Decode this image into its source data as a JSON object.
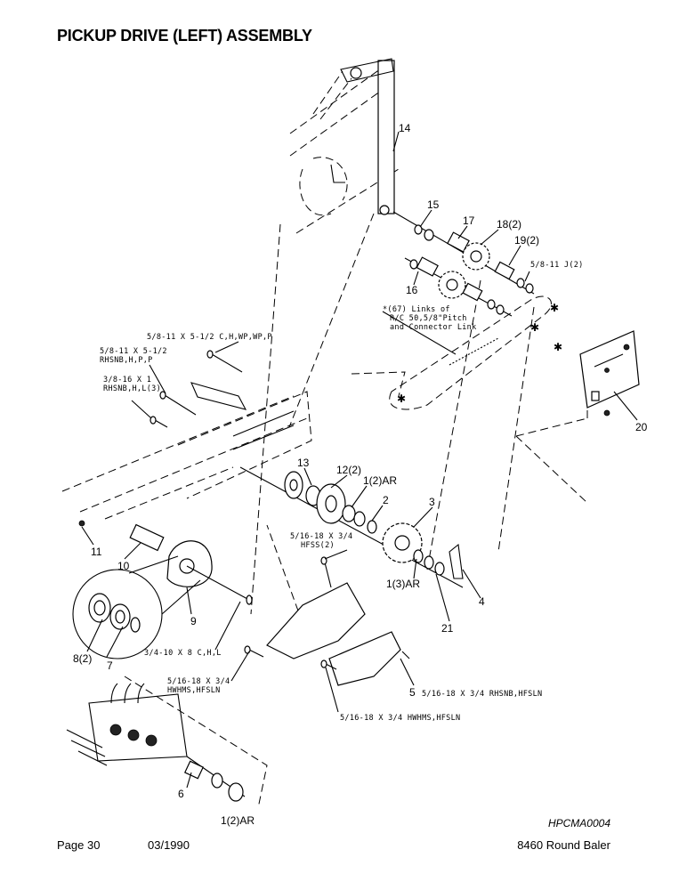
{
  "title": "PICKUP DRIVE (LEFT) ASSEMBLY",
  "drawing_code": "HPCMA0004",
  "footer": {
    "page": "Page 30",
    "date": "03/1990",
    "model": "8460 Round Baler"
  },
  "callouts": {
    "c14": "14",
    "c15": "15",
    "c16": "16",
    "c17": "17",
    "c18": "18(2)",
    "c19": "19(2)",
    "c20": "20",
    "c13": "13",
    "c12": "12(2)",
    "c1a": "1(2)AR",
    "c2": "2",
    "c3": "3",
    "c1b": "1(3)AR",
    "c4": "4",
    "c21": "21",
    "c11": "11",
    "c10": "10",
    "c9": "9",
    "c8": "8(2)",
    "c7": "7",
    "c5": "5",
    "c6": "6",
    "c1c": "1(2)AR"
  },
  "labels": {
    "j58": "5/8-11 J(2)",
    "chain1": "*(67) Links of",
    "chain2": "R/C 50,5/8\"Pitch",
    "chain3": "and Connector Link",
    "bolt1": "5/8-11 X 5-1/2 C,H,WP,WP,P",
    "bolt2a": "5/8-11 X 5-1/2",
    "bolt2b": "RHSNB,H,P,P",
    "bolt3a": "3/8-16 X 1",
    "bolt3b": "RHSNB,H,L(3)",
    "hfss1": "5/16-18 X 3/4",
    "hfss2": "HFSS(2)",
    "bolt34": "3/4-10 X 8 C,H,L",
    "hwhms1a": "5/16-18 X 3/4",
    "hwhms1b": "HWHMS,HFSLN",
    "rhsnb516": "5/16-18 X 3/4 RHSNB,HFSLN",
    "hwhms2": "5/16-18 X 3/4 HWHMS,HFSLN"
  }
}
